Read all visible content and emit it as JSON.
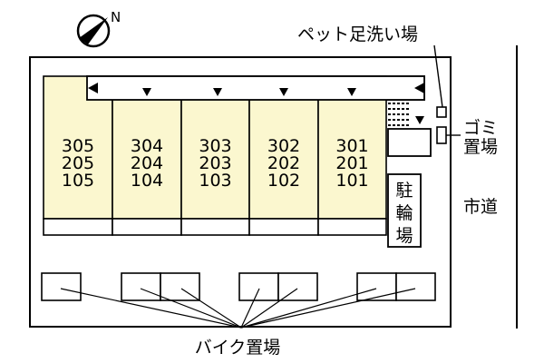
{
  "compass": {
    "north_label": "N",
    "icon": "north-arrow-icon"
  },
  "labels": {
    "pet_wash": "ペット足洗い場",
    "garbage_line1": "ゴミ",
    "garbage_line2": "置場",
    "street": "市道",
    "bike_parking": "バイク置場",
    "bicycle_parking_chars": [
      "駐",
      "輪",
      "場"
    ]
  },
  "units": [
    {
      "floors": [
        "305",
        "205",
        "105"
      ]
    },
    {
      "floors": [
        "304",
        "204",
        "104"
      ]
    },
    {
      "floors": [
        "303",
        "203",
        "103"
      ]
    },
    {
      "floors": [
        "302",
        "202",
        "102"
      ]
    },
    {
      "floors": [
        "301",
        "201",
        "101"
      ]
    }
  ],
  "colors": {
    "unit_fill": "#fbf7cf",
    "line": "#000000",
    "background": "#ffffff"
  }
}
